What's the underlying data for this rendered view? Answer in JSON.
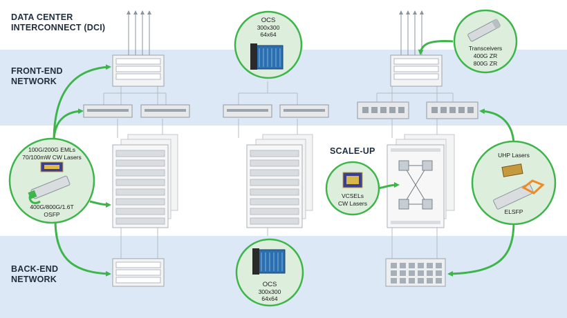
{
  "labels": {
    "dci_line1": "DATA CENTER",
    "dci_line2": "INTERCONNECT (DCI)",
    "frontend_line1": "FRONT-END",
    "frontend_line2": "NETWORK",
    "backend_line1": "BACK-END",
    "backend_line2": "NETWORK",
    "scaleup": "SCALE-UP"
  },
  "callouts": {
    "ocs_top": {
      "line1": "OCS",
      "line2": "300x300",
      "line3": "64x64"
    },
    "ocs_bottom": {
      "line1": "OCS",
      "line2": "300x300",
      "line3": "64x64"
    },
    "transceivers": {
      "line1": "Transceivers",
      "line2": "400G ZR",
      "line3": "800G ZR"
    },
    "emls": {
      "line1": "100G/200G EMLs",
      "line2": "70/100mW CW Lasers",
      "line3": "400G/800G/1.6T",
      "line4": "OSFP"
    },
    "vcsels": {
      "line1": "VCSELs",
      "line2": "CW Lasers"
    },
    "uhp": {
      "line1": "UHP Lasers",
      "line2": "ELSFP"
    }
  },
  "colors": {
    "band": "#dce8f5",
    "accent_green": "#3db54a",
    "circle_fill": "#ddeedd",
    "equipment_fill": "#f2f2f2",
    "equipment_stroke": "#9aa4ad"
  }
}
